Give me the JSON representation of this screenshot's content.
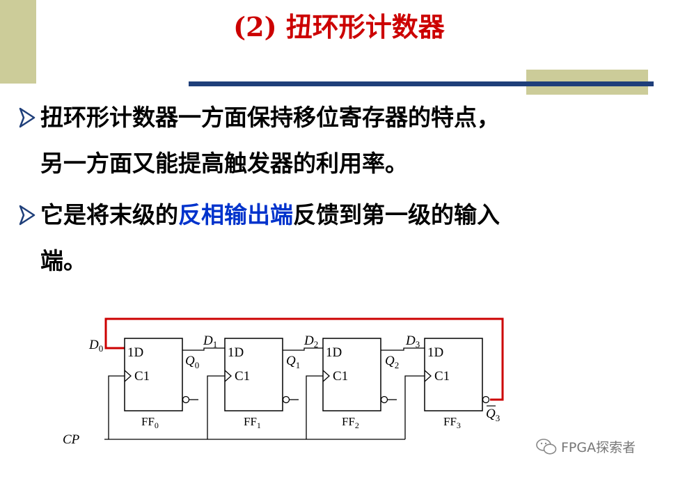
{
  "title": "(2) 扭环形计数器",
  "bullets": [
    {
      "lines": [
        "扭环形计数器一方面保持移位寄存器的特点，",
        "另一方面又能提高触发器的利用率。"
      ]
    },
    {
      "pre": "它是将末级的",
      "highlight": "反相输出端",
      "post": "反馈到第一级的输入",
      "line2": "端。"
    }
  ],
  "colors": {
    "title": "#cc0000",
    "highlight": "#0033cc",
    "feedback": "#cc0000",
    "rule": "#1f3f7a",
    "accent_block": "#cccc99"
  },
  "circuit": {
    "input_label": {
      "main": "D",
      "sub": "0"
    },
    "clock_label": "CP",
    "flipflops": [
      {
        "d_label": "1D",
        "c_label": "C1",
        "name": "FF",
        "sub": "0"
      },
      {
        "d_label": "1D",
        "c_label": "C1",
        "name": "FF",
        "sub": "1"
      },
      {
        "d_label": "1D",
        "c_label": "C1",
        "name": "FF",
        "sub": "2"
      },
      {
        "d_label": "1D",
        "c_label": "C1",
        "name": "FF",
        "sub": "3"
      }
    ],
    "d_labels": [
      {
        "main": "D",
        "sub": "1"
      },
      {
        "main": "D",
        "sub": "2"
      },
      {
        "main": "D",
        "sub": "3"
      }
    ],
    "q_labels": [
      {
        "main": "Q",
        "sub": "0"
      },
      {
        "main": "Q",
        "sub": "1"
      },
      {
        "main": "Q",
        "sub": "2"
      }
    ],
    "qbar_label": {
      "main": "Q",
      "sub": "3"
    }
  },
  "watermark": "FPGA探索者"
}
